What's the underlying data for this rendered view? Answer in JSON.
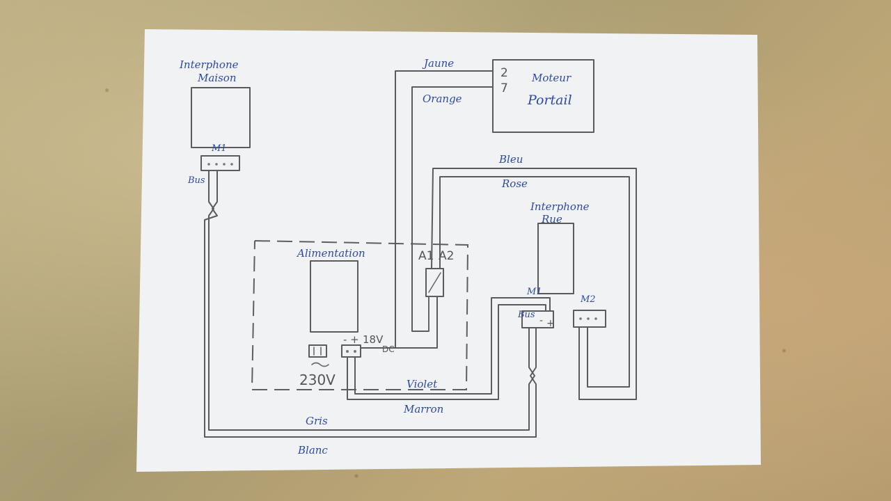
{
  "blocks": {
    "intercom_house": [
      "Interphone",
      "Maison"
    ],
    "gate_motor": [
      "Moteur",
      "Portail"
    ],
    "intercom_street": [
      "Interphone",
      "Rue"
    ],
    "power_supply": "Alimentation"
  },
  "connectors": {
    "m1_house": "M1",
    "m1_street": "M1",
    "m2_street": "M2",
    "bus_house": "Bus",
    "bus_street": "Bus",
    "bus_minus": "-",
    "bus_plus": "+",
    "ps_polarity": "- +",
    "ps_voltage": "18V",
    "ps_dc": "DC",
    "mains": "230V",
    "relay_a1": "A1",
    "relay_a2": "A2",
    "motor_term_2": "2",
    "motor_term_7": "7"
  },
  "wires": {
    "jaune": "Jaune",
    "orange": "Orange",
    "bleu": "Bleu",
    "rose": "Rose",
    "violet": "Violet",
    "marron": "Marron",
    "gris": "Gris",
    "blanc": "Blanc"
  }
}
